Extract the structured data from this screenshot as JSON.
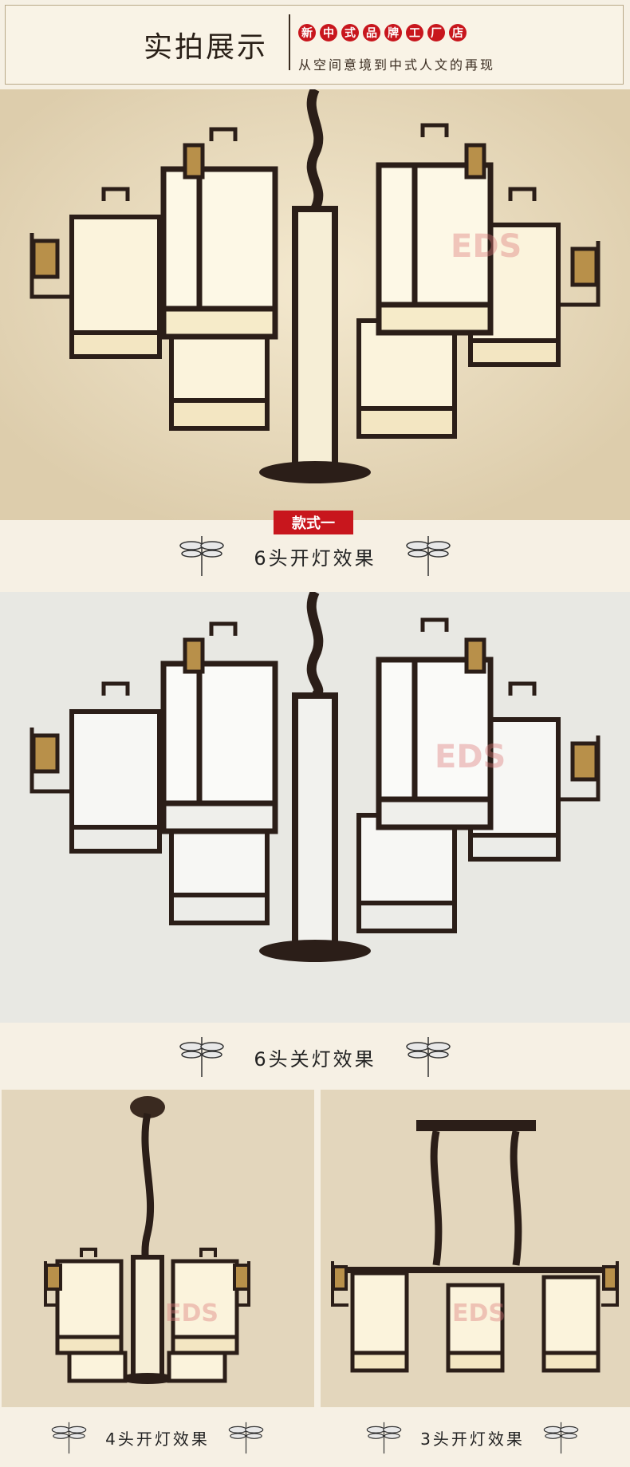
{
  "header": {
    "title": "实拍展示",
    "badges": [
      "新",
      "中",
      "式",
      "品",
      "牌",
      "工",
      "厂",
      "店"
    ],
    "subtitle": "从空间意境到中式人文的再现"
  },
  "style_tag": "款式一",
  "panels": [
    {
      "caption": "6头开灯效果",
      "lit": true
    },
    {
      "caption": "6头关灯效果",
      "lit": false
    },
    {
      "caption": "4头开灯效果",
      "lit": true
    },
    {
      "caption": "3头开灯效果",
      "lit": true
    }
  ],
  "watermark": "EDS",
  "colors": {
    "brand_red": "#c8161d",
    "frame": "#2b1e18",
    "lit_shade": "#fbf3dc",
    "unlit_shade": "#f4f4f0"
  }
}
